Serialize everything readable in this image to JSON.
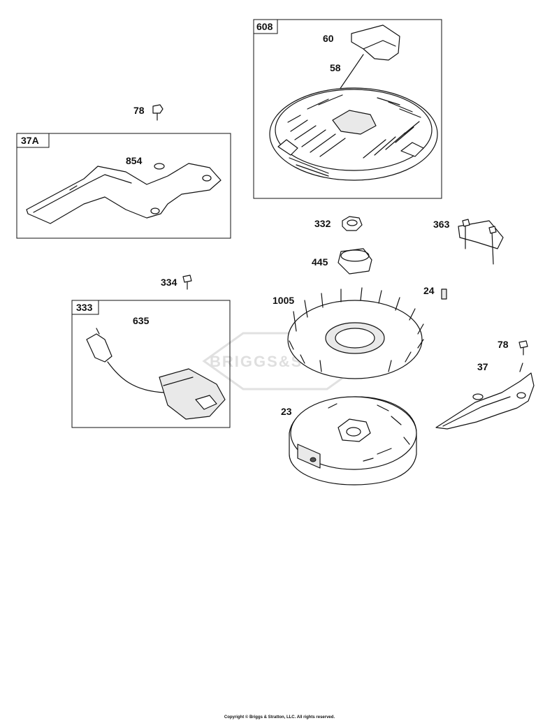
{
  "watermark": "BRIGGS&STRATTON",
  "footer": {
    "copyright": "Copyright © Briggs & Stratton, LLC. All rights reserved."
  },
  "callouts": {
    "p60": "60",
    "p58": "58",
    "p78a": "78",
    "p854": "854",
    "p332": "332",
    "p363": "363",
    "p445": "445",
    "p334": "334",
    "p24": "24",
    "p1005": "1005",
    "p635": "635",
    "p78b": "78",
    "p37": "37",
    "p23": "23"
  },
  "boxes": {
    "b608": "608",
    "b37a": "37A",
    "b333": "333"
  }
}
